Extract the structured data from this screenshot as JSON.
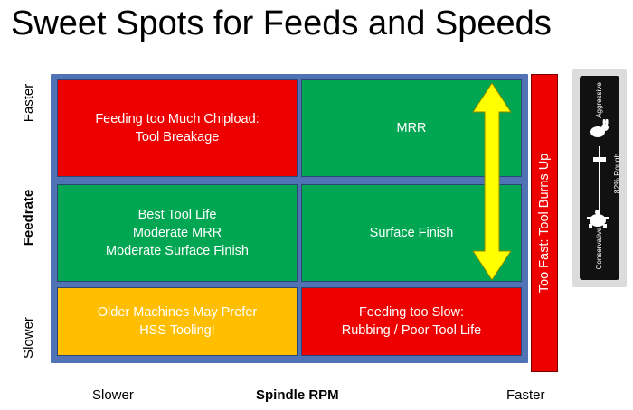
{
  "title": "Sweet Spots for Feeds and Speeds",
  "y_axis": {
    "top_label": "Faster",
    "label": "Feedrate",
    "bottom_label": "Slower"
  },
  "x_axis": {
    "left_label": "Slower",
    "label": "Spindle RPM",
    "right_label": "Faster"
  },
  "grid": {
    "cells": [
      [
        "Feeding too Much Chipload:\nTool Breakage",
        "MRR"
      ],
      [
        "Best Tool Life\nModerate MRR\nModerate Surface Finish",
        "Surface Finish"
      ],
      [
        "Older Machines May Prefer\nHSS Tooling!",
        "Feeding too Slow:\nRubbing / Poor Tool Life"
      ]
    ],
    "colors": {
      "red": "#ee0000",
      "green": "#00a651",
      "orange": "#ffbf00",
      "frame": "#4f73b5",
      "arrow": "#ffff00"
    }
  },
  "side_bar": {
    "label": "Too Fast: Tool Burns Up"
  },
  "widget": {
    "top_label": "Aggressive",
    "bottom_label": "Conservative",
    "value_label": "82% Rough",
    "level_fraction": 0.82,
    "top_icon": "rabbit-icon",
    "bottom_icon": "turtle-icon"
  }
}
